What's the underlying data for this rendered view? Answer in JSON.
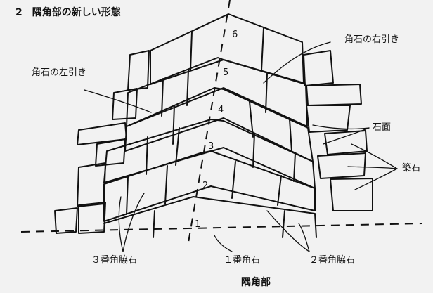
{
  "title": "2　隅角部の新しい形態",
  "caption": "隅角部",
  "course_numbers": [
    "1",
    "2",
    "3",
    "4",
    "5",
    "6"
  ],
  "labels": {
    "corner_right": "角石の右引き",
    "corner_left": "角石の左引き",
    "face": "石面",
    "rubble": "築石",
    "wing3": "３番角脇石",
    "corner1": "１番角石",
    "wing2": "２番角脇石"
  }
}
